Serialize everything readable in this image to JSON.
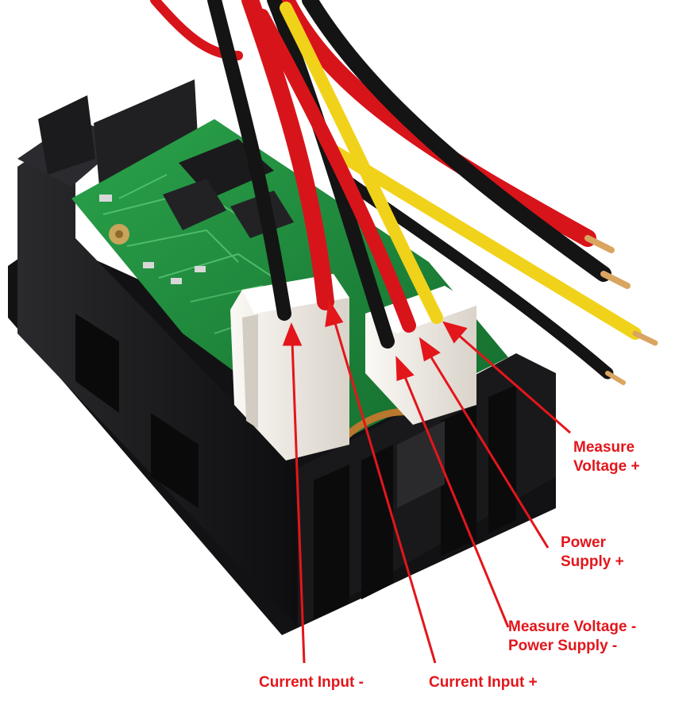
{
  "colors": {
    "arrow": "#e3161b",
    "label": "#e3161b",
    "housing": "#1c1c1e",
    "pcb": "#1f8a3c",
    "connector": "#f3efe9",
    "wire_red": "#d7141a",
    "wire_black": "#141414",
    "wire_yellow": "#f1d21a"
  },
  "labels": {
    "measure_voltage_plus": [
      "Measure",
      "Voltage +"
    ],
    "power_supply_plus": [
      "Power",
      "Supply +"
    ],
    "measure_voltage_minus_power_supply_minus": [
      "Measure Voltage -",
      "Power Supply -"
    ],
    "current_input_minus": "Current Input -",
    "current_input_plus": "Current Input +"
  }
}
